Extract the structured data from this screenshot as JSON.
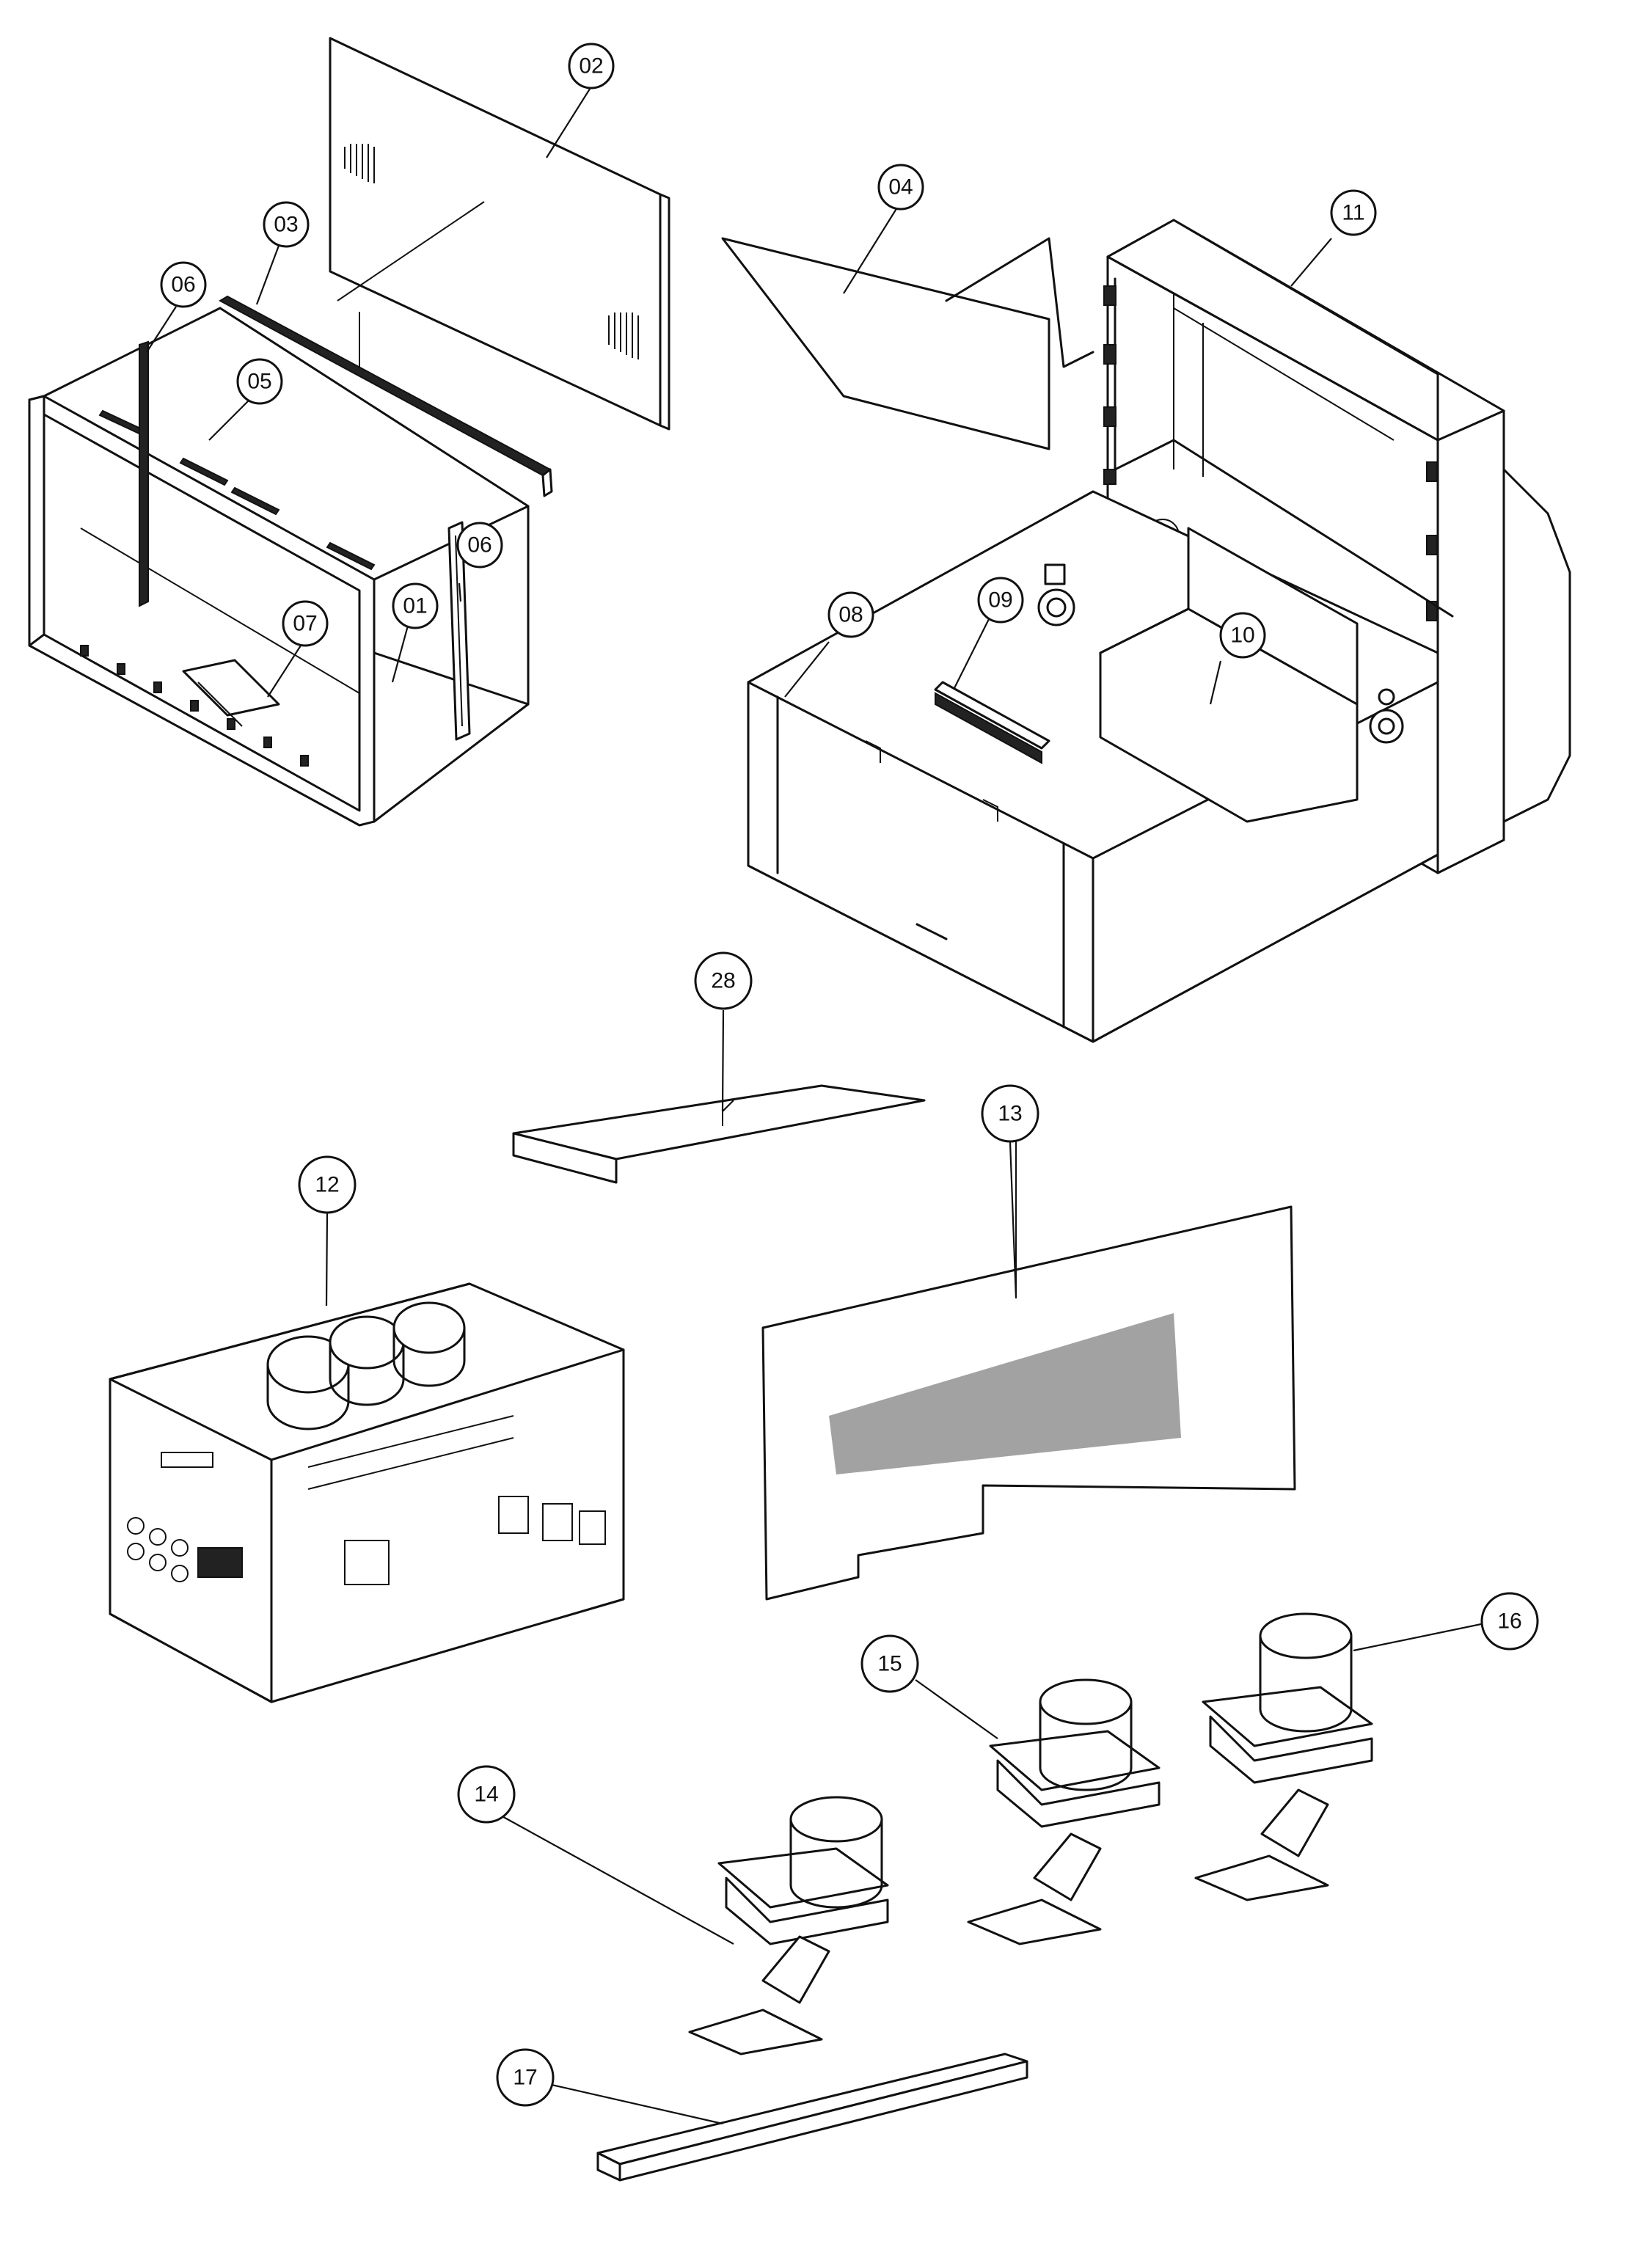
{
  "diagram": {
    "callouts": [
      {
        "id": "c01",
        "label": "01"
      },
      {
        "id": "c02",
        "label": "02"
      },
      {
        "id": "c03",
        "label": "03"
      },
      {
        "id": "c04",
        "label": "04"
      },
      {
        "id": "c05",
        "label": "05"
      },
      {
        "id": "c06a",
        "label": "06"
      },
      {
        "id": "c06b",
        "label": "06"
      },
      {
        "id": "c07",
        "label": "07"
      },
      {
        "id": "c08",
        "label": "08"
      },
      {
        "id": "c09",
        "label": "09"
      },
      {
        "id": "c10",
        "label": "10"
      },
      {
        "id": "c11",
        "label": "11"
      },
      {
        "id": "c12",
        "label": "12"
      },
      {
        "id": "c13",
        "label": "13"
      },
      {
        "id": "c14",
        "label": "14"
      },
      {
        "id": "c15",
        "label": "15"
      },
      {
        "id": "c16",
        "label": "16"
      },
      {
        "id": "c17",
        "label": "17"
      },
      {
        "id": "c28",
        "label": "28"
      }
    ]
  }
}
